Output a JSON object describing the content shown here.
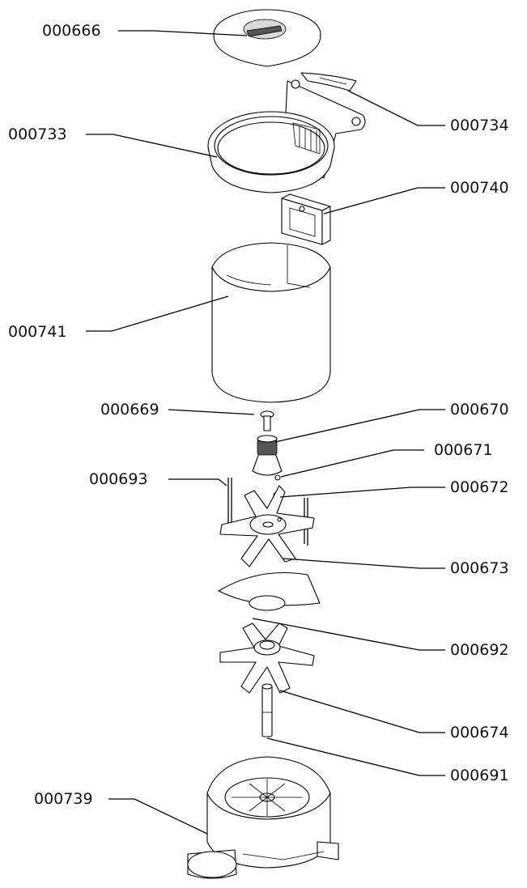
{
  "diagram": {
    "callouts": [
      {
        "id": "c-000666",
        "label": "000666",
        "part": "lid"
      },
      {
        "id": "c-000734",
        "label": "000734",
        "part": "hinge-arm"
      },
      {
        "id": "c-000733",
        "label": "000733",
        "part": "top-ring-housing"
      },
      {
        "id": "c-000740",
        "label": "000740",
        "part": "chute-insert"
      },
      {
        "id": "c-000741",
        "label": "000741",
        "part": "cylinder-bowl"
      },
      {
        "id": "c-000669",
        "label": "000669",
        "part": "screw"
      },
      {
        "id": "c-000670",
        "label": "000670",
        "part": "cone-hub"
      },
      {
        "id": "c-000671",
        "label": "000671",
        "part": "ball"
      },
      {
        "id": "c-000693",
        "label": "000693",
        "part": "pins"
      },
      {
        "id": "c-000672",
        "label": "000672",
        "part": "spring"
      },
      {
        "id": "c-000673",
        "label": "000673",
        "part": "upper-star-paddle"
      },
      {
        "id": "c-000692",
        "label": "000692",
        "part": "deflector-plate"
      },
      {
        "id": "c-000674",
        "label": "000674",
        "part": "lower-star-paddle"
      },
      {
        "id": "c-000691",
        "label": "000691",
        "part": "shaft"
      },
      {
        "id": "c-000739",
        "label": "000739",
        "part": "base-hopper"
      }
    ]
  }
}
